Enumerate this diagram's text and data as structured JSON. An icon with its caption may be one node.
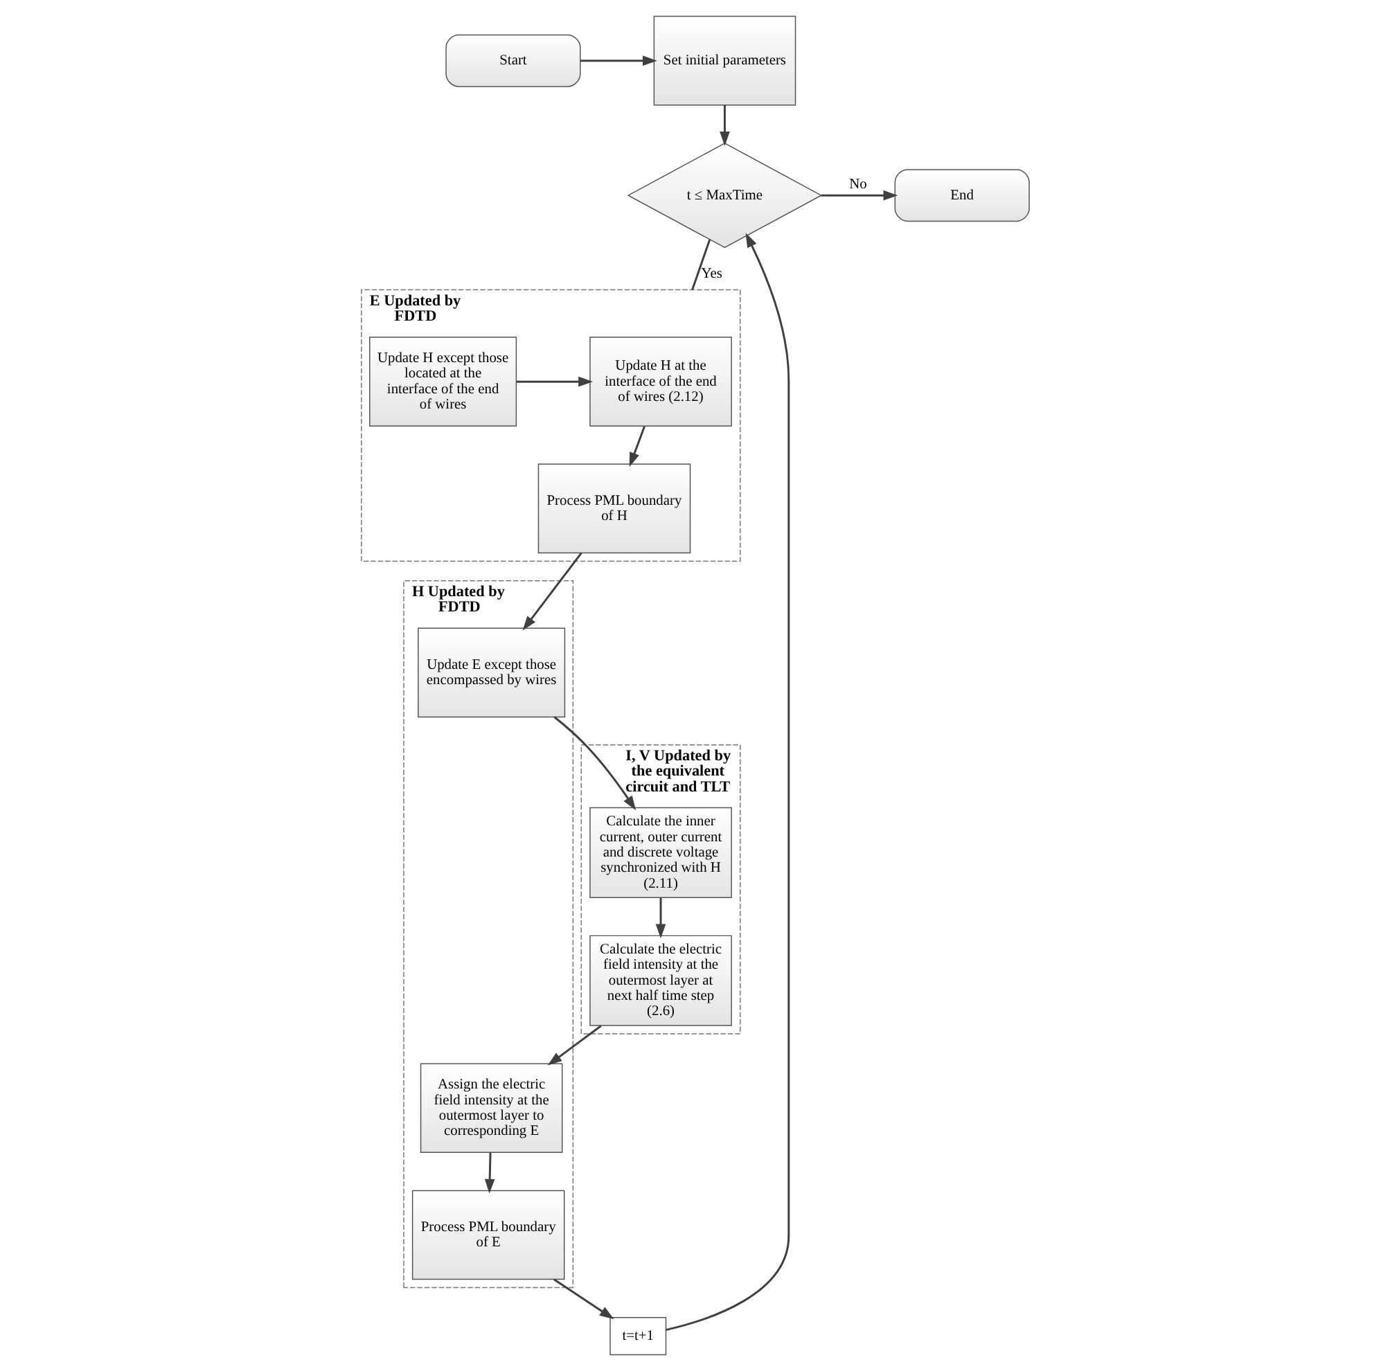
{
  "diagram": {
    "nodes": [
      {
        "text": [
          "Start"
        ]
      },
      {
        "text": [
          "Set initial parameters"
        ]
      },
      {
        "text": [
          "t ≤ MaxTime"
        ]
      },
      {
        "text": [
          "End"
        ]
      },
      {
        "text": [
          "E Updated by FDTD"
        ]
      },
      {
        "text": [
          "Update H at the interface of the end of wires (2.12)"
        ],
        "in": 4
      },
      {
        "text": [
          "Update H except those located at the interface of the end of wires"
        ],
        "in": 4
      },
      {
        "text": [
          "I, V Updated by the equivalent circuit and TLT"
        ]
      },
      {
        "text": [
          "Process PML boundary of H"
        ],
        "in": 4
      },
      {
        "text": [
          "H Updated by FDTD"
        ]
      },
      {
        "text": [
          "Update E except those encompassed by wires"
        ],
        "in": 9
      },
      {
        "text": [
          "Calculate the inner current, outer current and discrete voltage synchronized with H (2.11)"
        ],
        "in": 7
      },
      {
        "text": [
          "Calculate the electric field intensity at the outermost layer at next half time step (2.6)"
        ],
        "in": 7
      },
      {
        "text": [
          "Process PML boundary of E"
        ],
        "in": 9
      },
      {
        "text": [
          "Assign the electric field intensity at the outermost layer to corresponding E"
        ],
        "in": 9
      },
      {
        "text": [
          "t=t+1"
        ]
      }
    ],
    "edges": [
      {
        "from": 0,
        "to": 1,
        "arrow": "to"
      },
      {
        "from": 1,
        "to": 2,
        "arrow": "to"
      },
      {
        "from": 2,
        "to": 3,
        "arrow": "to",
        "label": "No"
      },
      {
        "from": 2,
        "to": 4,
        "arrow": "none",
        "label": "Yes"
      },
      {
        "from": 6,
        "to": 5,
        "arrow": "to"
      },
      {
        "from": 5,
        "to": 8,
        "arrow": "to"
      },
      {
        "from": 8,
        "to": 10,
        "arrow": "to"
      },
      {
        "from": 10,
        "to": 11,
        "arrow": "to"
      },
      {
        "from": 11,
        "to": 12,
        "arrow": "to"
      },
      {
        "from": 12,
        "to": 14,
        "arrow": "to"
      },
      {
        "from": 14,
        "to": 13,
        "arrow": "to"
      },
      {
        "from": 13,
        "to": 15,
        "arrow": "to"
      },
      {
        "from": 15,
        "to": 2,
        "arrow": "to"
      }
    ]
  }
}
